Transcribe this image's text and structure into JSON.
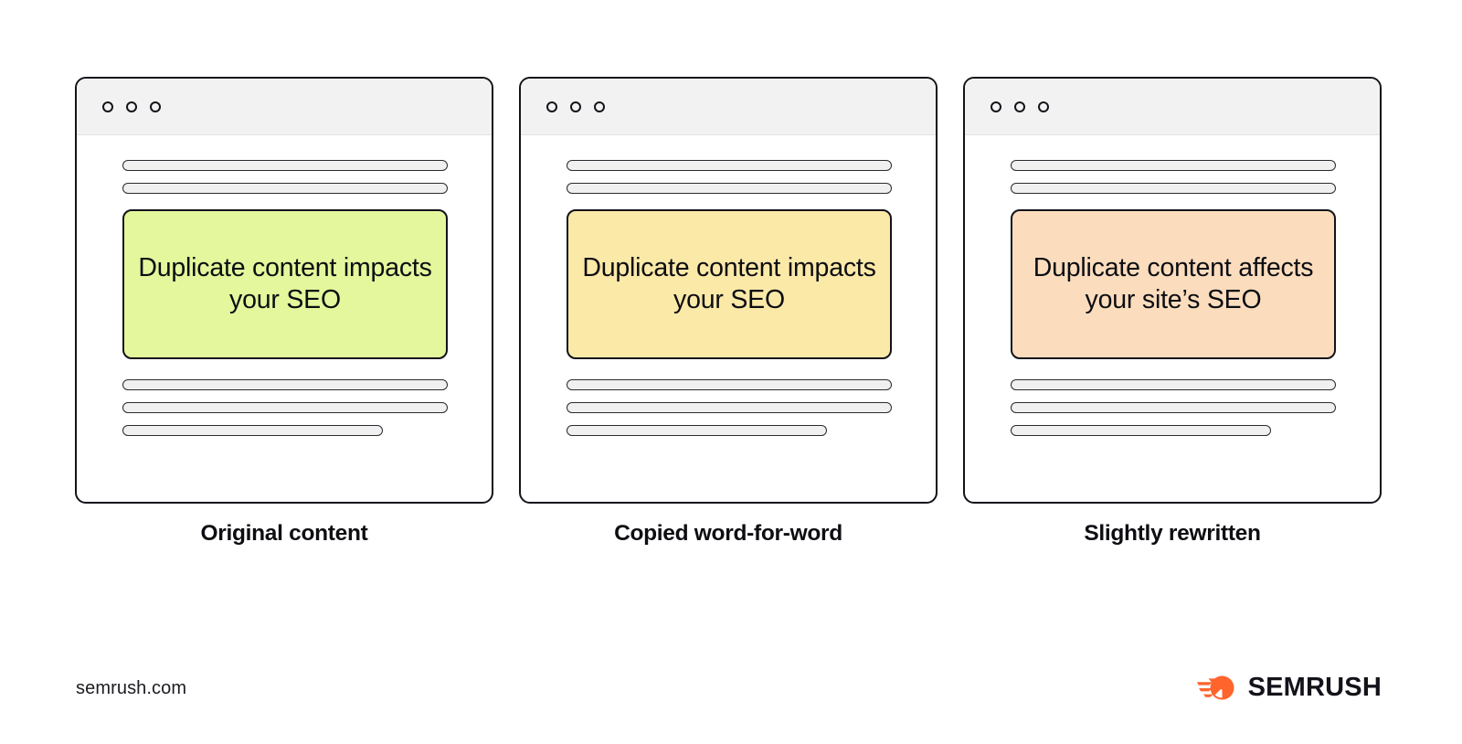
{
  "page": {
    "background_color": "#ffffff",
    "text_color": "#0d0d12"
  },
  "cards": [
    {
      "id": "original",
      "window_dots": [
        "dot-1",
        "dot-2",
        "dot-3"
      ],
      "highlight_text": "Duplicate content impacts your SEO",
      "highlight_color": "#e4f79c",
      "caption": "Original content",
      "top_lines": [
        "full",
        "full"
      ],
      "bottom_lines": [
        "full",
        "full",
        "short"
      ]
    },
    {
      "id": "copied",
      "window_dots": [
        "dot-1",
        "dot-2",
        "dot-3"
      ],
      "highlight_text": "Duplicate content impacts your SEO",
      "highlight_color": "#fbe9a8",
      "caption": "Copied word-for-word",
      "top_lines": [
        "full",
        "full"
      ],
      "bottom_lines": [
        "full",
        "full",
        "short"
      ]
    },
    {
      "id": "rewritten",
      "window_dots": [
        "dot-1",
        "dot-2",
        "dot-3"
      ],
      "highlight_text": "Duplicate content affects your site’s SEO",
      "highlight_color": "#fbddbe",
      "caption": "Slightly rewritten",
      "top_lines": [
        "full",
        "full"
      ],
      "bottom_lines": [
        "full",
        "full",
        "short"
      ]
    }
  ],
  "footer": {
    "url": "semrush.com",
    "brand_name": "SEMRUSH",
    "brand_color": "#ff642d",
    "logo_icon": "semrush-comet-icon"
  }
}
